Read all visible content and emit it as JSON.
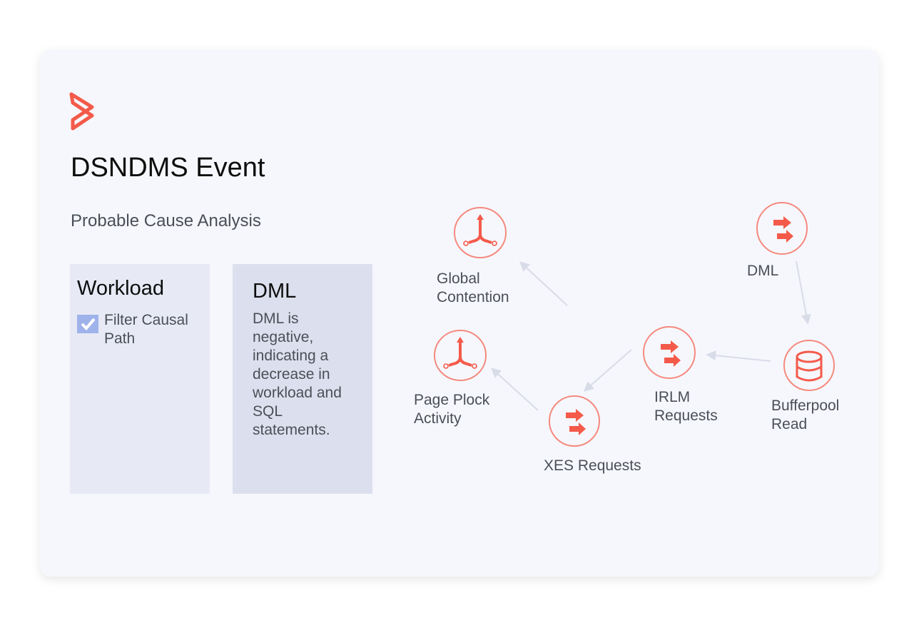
{
  "header": {
    "title": "DSNDMS Event",
    "subtitle": "Probable Cause Analysis"
  },
  "brand": {
    "accent": "#f45a4a",
    "ring": "#f58a7e",
    "edge": "#d8dce8"
  },
  "panels": {
    "workload": {
      "title": "Workload",
      "checkbox_label": "Filter Causal Path",
      "checked": true
    },
    "dml": {
      "title": "DML",
      "description": "DML is negative, indicating a decrease in workload and SQL statements."
    }
  },
  "graph": {
    "nodes": [
      {
        "id": "global",
        "label_lines": [
          "Global",
          "Contention"
        ],
        "icon": "merge-icon"
      },
      {
        "id": "page",
        "label_lines": [
          "Page Plock",
          "Activity"
        ],
        "icon": "merge-icon"
      },
      {
        "id": "xes",
        "label_lines": [
          "XES Requests"
        ],
        "icon": "double-arrow-icon"
      },
      {
        "id": "irlm",
        "label_lines": [
          "IRLM",
          "Requests"
        ],
        "icon": "double-arrow-icon"
      },
      {
        "id": "buffer",
        "label_lines": [
          "Bufferpool",
          "Read"
        ],
        "icon": "database-icon"
      },
      {
        "id": "dml",
        "label_lines": [
          "DML"
        ],
        "icon": "double-arrow-icon"
      }
    ],
    "edges": [
      [
        "dml",
        "buffer"
      ],
      [
        "buffer",
        "irlm"
      ],
      [
        "irlm",
        "xes"
      ],
      [
        "xes",
        "page"
      ],
      [
        "irlm",
        "global"
      ]
    ]
  }
}
